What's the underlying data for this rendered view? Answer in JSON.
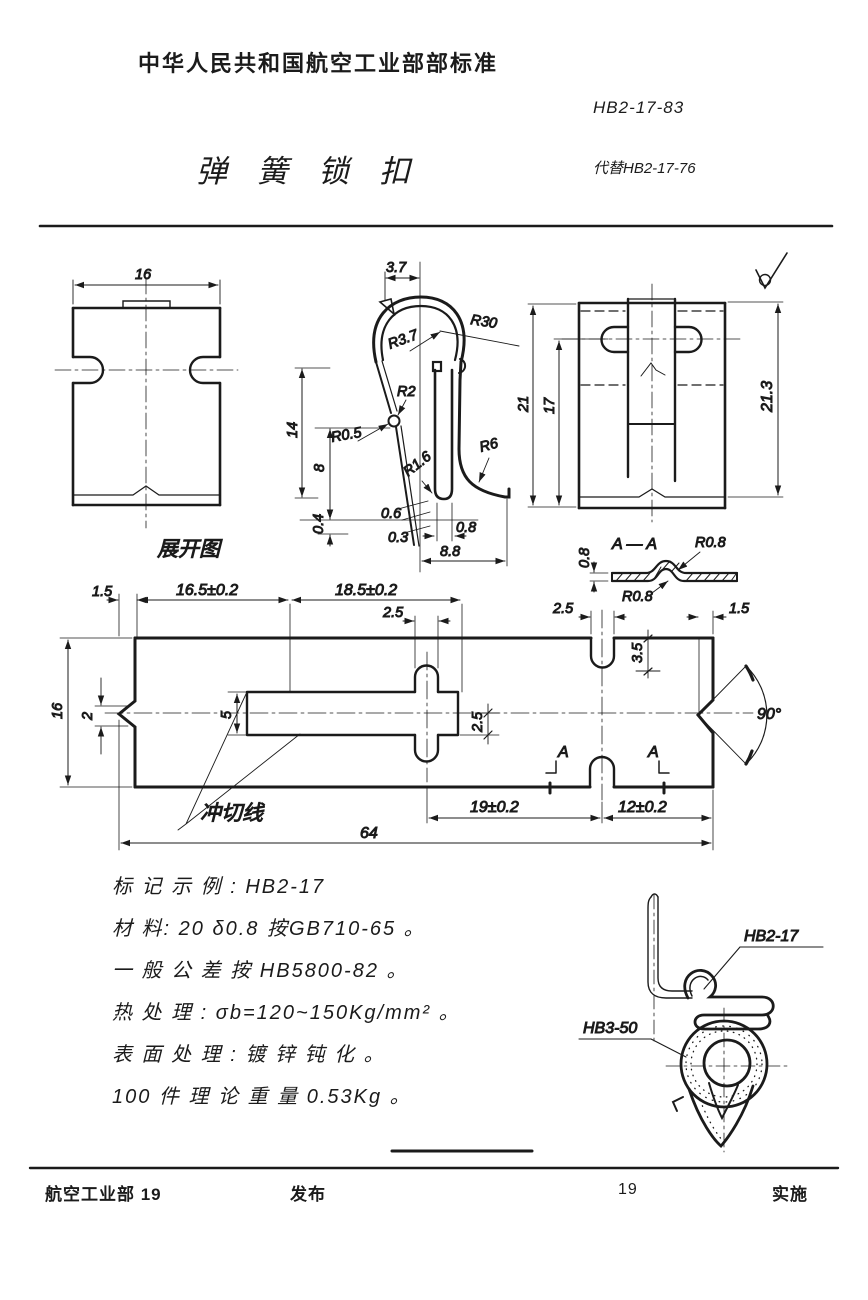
{
  "header": {
    "ministry_title": "中华人民共和国航空工业部部标准",
    "standard_no": "HB2-17-83",
    "doc_title": "弹簧锁扣",
    "replaces": "代替HB2-17-76"
  },
  "views": {
    "unfold_small": {
      "caption": "展开图",
      "dim_width": "16"
    },
    "profile": {
      "dim_top": "3.7",
      "r30": "R30",
      "r37": "R3.7",
      "r2": "R2",
      "r05": "R0.5",
      "r16": "R1.6",
      "r6": "R6",
      "dim_h14": "14",
      "dim_h8": "8",
      "dim_04": "0.4",
      "dim_06": "0.6",
      "dim_03": "0.3",
      "dim_08": "0.8",
      "dim_88": "8.8"
    },
    "front": {
      "dim_21": "21",
      "dim_17": "17",
      "dim_213": "21.3"
    },
    "section_aa": {
      "caption": "A — A",
      "r08_top": "R0.8",
      "r08_bottom": "R0.8",
      "dim_08": "0.8"
    },
    "unfold_large": {
      "dim_15_left": "1.5",
      "dim_165": "16.5±0.2",
      "dim_185": "18.5±0.2",
      "dim_25_tab": "2.5",
      "dim_25_right": "2.5",
      "dim_15_right": "1.5",
      "dim_35": "3.5",
      "dim_25_mid": "2.5",
      "dim_2": "2",
      "dim_16": "16",
      "dim_5": "5",
      "dim_19": "19±0.2",
      "dim_12": "12±0.2",
      "dim_64": "64",
      "angle_90": "90°",
      "section_a1": "A",
      "section_a2": "A",
      "punch_line_label": "冲切线"
    },
    "assembly": {
      "part_label": "HB2-17",
      "ring_label": "HB3-50"
    }
  },
  "notes": {
    "line1": "标 记 示 例 :  HB2-17",
    "line2": "材 料: 20  δ0.8 按GB710-65 。",
    "line3": "一 般 公 差 按 HB5800-82 。",
    "line4": "热 处 理 : σb=120~150Kg/mm² 。",
    "line5": "表 面 处 理 : 镀 锌 钝 化 。",
    "line6": "100 件 理 论 重 量 0.53Kg 。"
  },
  "footer": {
    "issuer": "航空工业部 19",
    "publish": "发布",
    "year2": "19",
    "implement": "实施"
  }
}
